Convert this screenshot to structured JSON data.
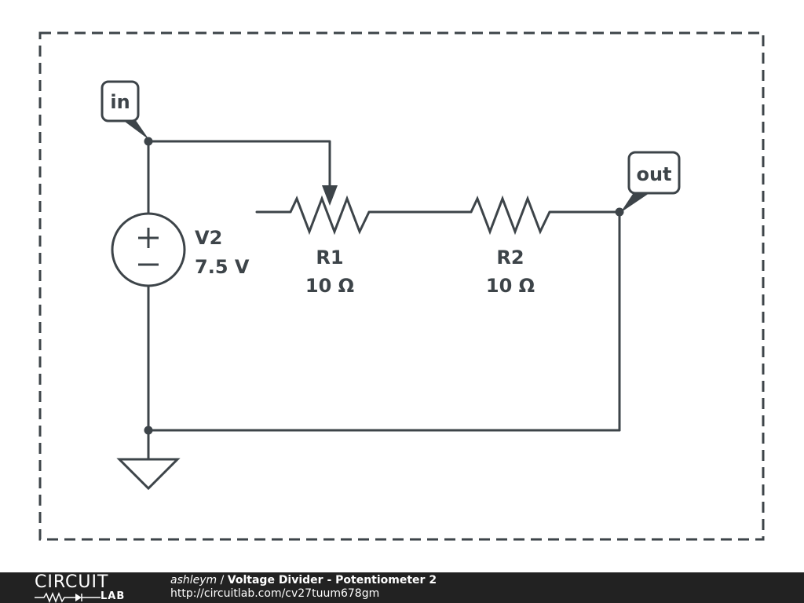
{
  "schematic": {
    "source": {
      "name": "V2",
      "value": "7.5 V"
    },
    "resistors": [
      {
        "name": "R1",
        "value": "10 Ω"
      },
      {
        "name": "R2",
        "value": "10 Ω"
      }
    ],
    "net_labels": {
      "in": "in",
      "out": "out"
    }
  },
  "footer": {
    "logo_top": "CIRCUIT",
    "logo_bottom": "LAB",
    "author": "ashleym",
    "separator": "/",
    "title": "Voltage Divider - Potentiometer 2",
    "url": "http://circuitlab.com/cv27tuum678gm"
  }
}
